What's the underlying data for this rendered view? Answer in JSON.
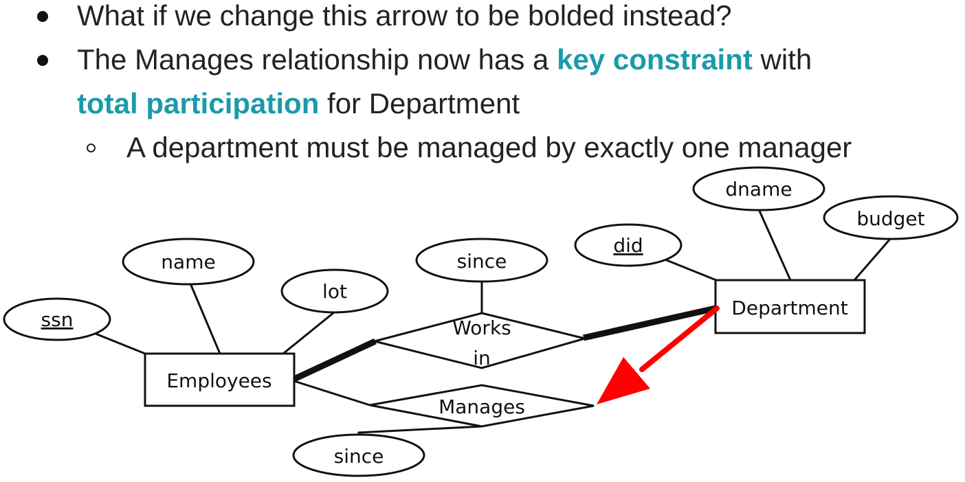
{
  "accent_color": "#1b9aaa",
  "arrow_color": "#ff0000",
  "bullets": [
    {
      "text": "What if we change this arrow to be bolded instead?"
    },
    {
      "pre": "The Manages relationship now has a ",
      "key": "key constraint",
      "mid": " with",
      "line2_key": "total participation",
      "post": " for Department"
    }
  ],
  "sub_bullet": {
    "text": "A department must be managed by exactly one manager"
  },
  "diagram": {
    "entities": {
      "employees": "Employees",
      "department": "Department"
    },
    "relationships": {
      "works_in_line1": "Works",
      "works_in_line2": "in",
      "manages": "Manages"
    },
    "attributes": {
      "ssn": "ssn",
      "name": "name",
      "lot": "lot",
      "works_since": "since",
      "did": "did",
      "dname": "dname",
      "budget": "budget",
      "manages_since": "since"
    }
  }
}
